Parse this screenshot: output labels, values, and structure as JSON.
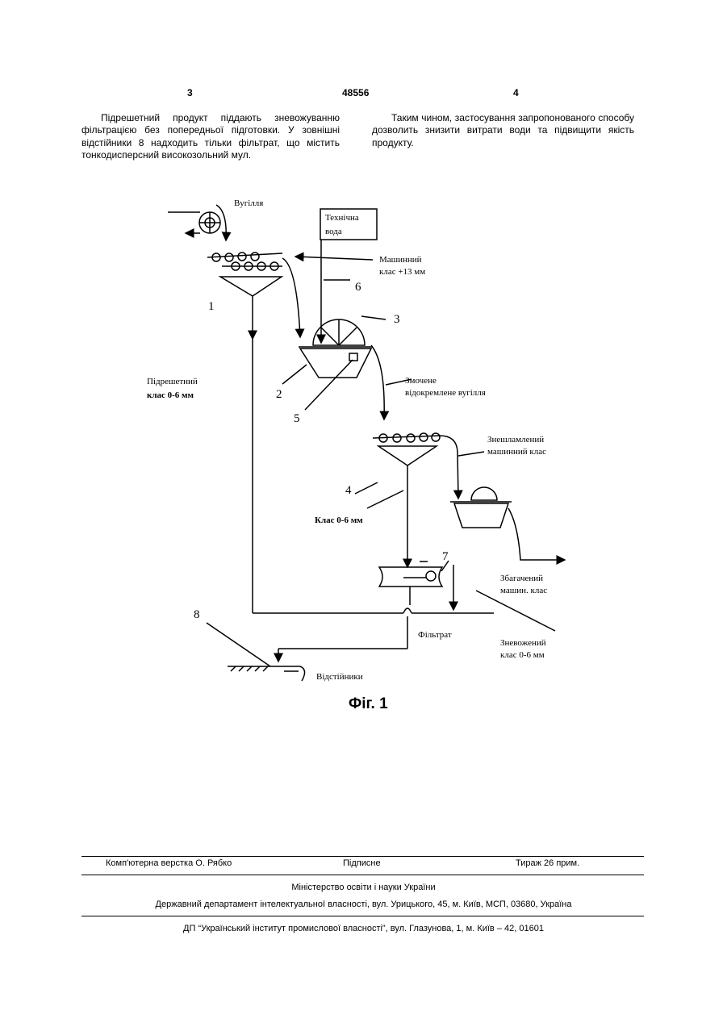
{
  "header": {
    "left_page": "3",
    "patent_number": "48556",
    "right_page": "4"
  },
  "text": {
    "left_column": "Підрешетний продукт піддають зневожуванню фільтрацією без попередньої підготовки. У зовнішні відстійники 8 надходить тільки фільтрат, що містить тонкодисперсний високозольний мул.",
    "right_column": "Таким чином, застосування запропонованого способу дозволить знизити витрати води та підвищити якість продукту."
  },
  "figure": {
    "caption": "Фіг. 1",
    "labels": {
      "coal": "Вугілля",
      "tech_water_1": "Технічна",
      "tech_water_2": "вода",
      "machine_class_1": "Машинний",
      "machine_class_2": "клас +13 мм",
      "undersize_class_1": "Підрешетний",
      "undersize_class_2": "клас 0-6 мм",
      "wetted_coal_1": "Змочене",
      "wetted_coal_2": "відокремлене вугілля",
      "deslimed_class_1": "Знешламлений",
      "deslimed_class_2": "машинний клас",
      "class_0_6": "Клас 0-6 мм",
      "enriched_class_1": "Збагачений",
      "enriched_class_2": "машин. клас",
      "filtrate": "Фільтрат",
      "dewatered_class_1": "Зневожений",
      "dewatered_class_2": "клас 0-6 мм",
      "settlers": "Відстійники"
    },
    "numbers": {
      "n1": "1",
      "n2": "2",
      "n3": "3",
      "n4": "4",
      "n5": "5",
      "n6": "6",
      "n7": "7",
      "n8": "8"
    }
  },
  "footer": {
    "layout": "Комп'ютерна верстка О. Рябко",
    "signed": "Підписне",
    "circulation": "Тираж 26 прим.",
    "ministry": "Міністерство освіти і науки України",
    "department": "Державний департамент інтелектуальної власності, вул. Урицького, 45, м. Київ, МСП, 03680, Україна",
    "institute": "ДП “Український інститут промислової власності”, вул. Глазунова, 1, м. Київ – 42, 01601"
  }
}
